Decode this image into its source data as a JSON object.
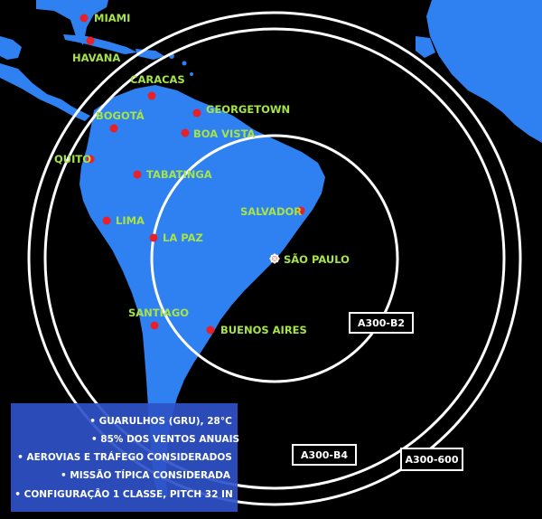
{
  "colors": {
    "ocean": "#000000",
    "land": "#2f80f0",
    "label": "#a6e34a",
    "city_dot": "#e8202a",
    "ring": "#ffffff",
    "info_panel": "#2f52c8"
  },
  "origin": {
    "name": "SÃO PAULO",
    "icon": "airport-star-icon"
  },
  "cities": [
    {
      "name": "MIAMI"
    },
    {
      "name": "HAVANA"
    },
    {
      "name": "CARACAS"
    },
    {
      "name": "GEORGETOWN"
    },
    {
      "name": "BOGOTÁ"
    },
    {
      "name": "BOA VISTA"
    },
    {
      "name": "QUITO"
    },
    {
      "name": "TABATINGA"
    },
    {
      "name": "SALVADOR"
    },
    {
      "name": "LIMA"
    },
    {
      "name": "LA PAZ"
    },
    {
      "name": "SANTIAGO"
    },
    {
      "name": "BUENOS AIRES"
    }
  ],
  "ranges": [
    {
      "label": "A300-B2"
    },
    {
      "label": "A300-B4"
    },
    {
      "label": "A300-600"
    }
  ],
  "info": [
    "• GUARULHOS (GRU), 28°C",
    "• 85% DOS VENTOS ANUAIS",
    "• AEROVIAS E TRÁFEGO CONSIDERADOS",
    "• MISSÃO TÍPICA CONSIDERADA",
    "• CONFIGURAÇÃO 1 CLASSE, PITCH 32 IN"
  ]
}
